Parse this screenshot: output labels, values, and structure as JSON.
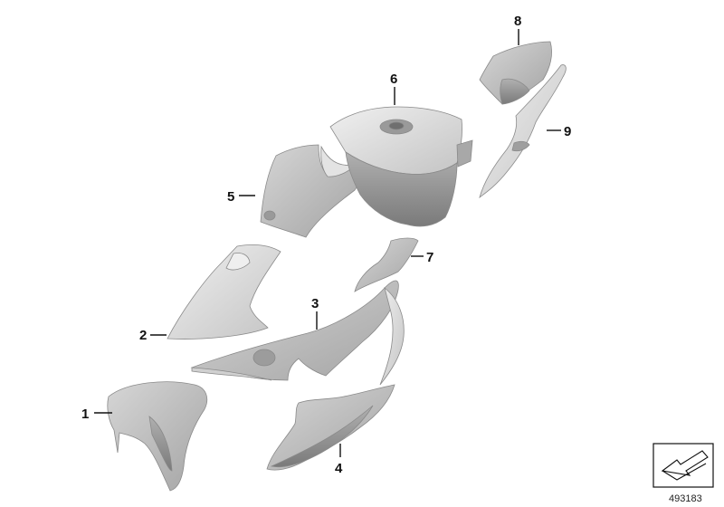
{
  "callouts": [
    {
      "id": "1",
      "label": "1"
    },
    {
      "id": "2",
      "label": "2"
    },
    {
      "id": "3",
      "label": "3"
    },
    {
      "id": "4",
      "label": "4"
    },
    {
      "id": "5",
      "label": "5"
    },
    {
      "id": "6",
      "label": "6"
    },
    {
      "id": "7",
      "label": "7"
    },
    {
      "id": "8",
      "label": "8"
    },
    {
      "id": "9",
      "label": "9"
    }
  ],
  "reference_number": "493183",
  "colors": {
    "part_light": "#d8d8d8",
    "part_mid": "#b9b9b9",
    "part_dark": "#8f8f8f",
    "line": "#111111"
  },
  "icons": {
    "orientation": "orientation-arrow-icon"
  }
}
